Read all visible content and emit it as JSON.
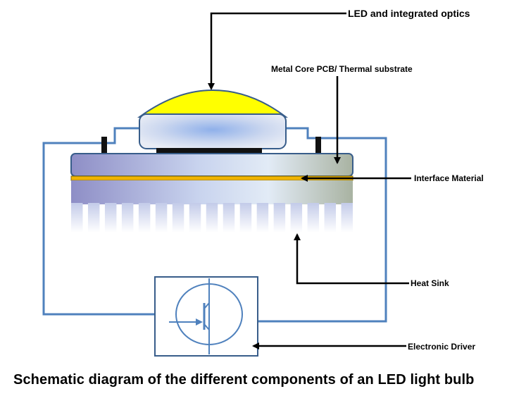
{
  "labels": {
    "led_optics": "LED and integrated optics",
    "metal_core_pcb": "Metal Core PCB/ Thermal substrate",
    "interface_material": "Interface Material",
    "heat_sink": "Heat Sink",
    "electronic_driver": "Electronic Driver"
  },
  "caption": "Schematic diagram of the different components of an LED light bulb",
  "colors": {
    "wire": "#4f81bd",
    "dome": "#ffff00",
    "interface": "#f0b400",
    "outline": "#385d8a",
    "arrow": "#000000"
  },
  "icons": {
    "driver_symbol": "transistor-icon"
  }
}
